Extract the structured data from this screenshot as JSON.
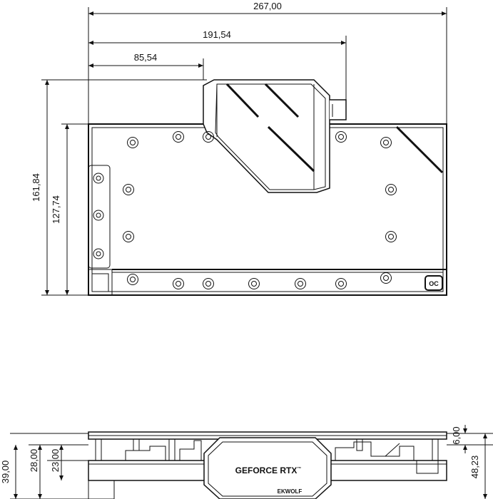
{
  "top_view": {
    "dims": {
      "total_width": "267,00",
      "mid_width": "191,54",
      "inner_width": "85,54",
      "total_height": "161,84",
      "body_height": "127,74"
    },
    "oc_badge": "OC"
  },
  "side_view": {
    "logo": "GEFORCE RTX",
    "tm": "™",
    "brand": "EKWOLF",
    "dims": {
      "total_height": "39,00",
      "h28": "28,00",
      "h23": "23,00",
      "h6": "6,00",
      "h48": "48,23"
    }
  }
}
